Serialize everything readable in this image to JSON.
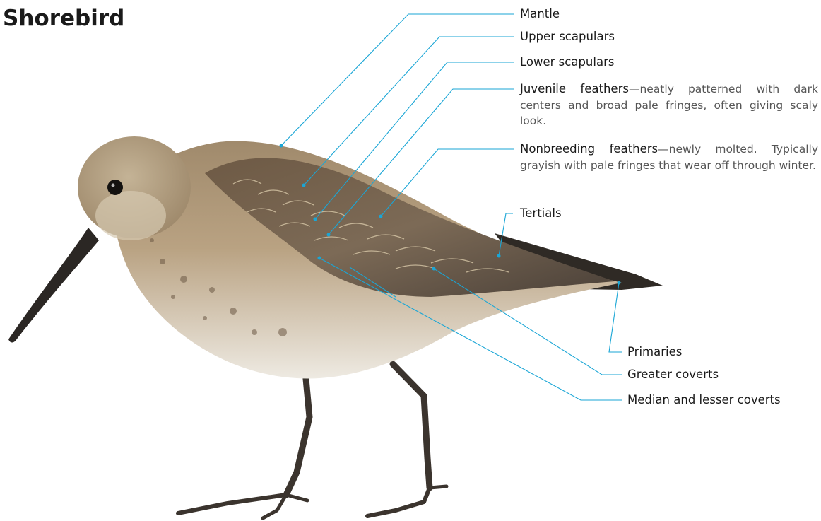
{
  "title": "Shorebird",
  "labels": {
    "mantle": "Mantle",
    "upper_scapulars": "Upper scapulars",
    "lower_scapulars": "Lower scapulars",
    "juvenile_term": "Juvenile feathers",
    "juvenile_desc": "—neatly patterned with dark centers and broad pale fringes, often giving scaly look.",
    "nonbreeding_term": "Nonbreeding feathers",
    "nonbreeding_desc": "—newly molted. Typically grayish with pale fringes that wear off through winter.",
    "tertials": "Tertials",
    "primaries": "Primaries",
    "greater_coverts": "Greater coverts",
    "median_lesser_coverts": "Median and lesser coverts"
  },
  "colors": {
    "leader": "#1aa6d6",
    "title": "#1a1a1a"
  }
}
